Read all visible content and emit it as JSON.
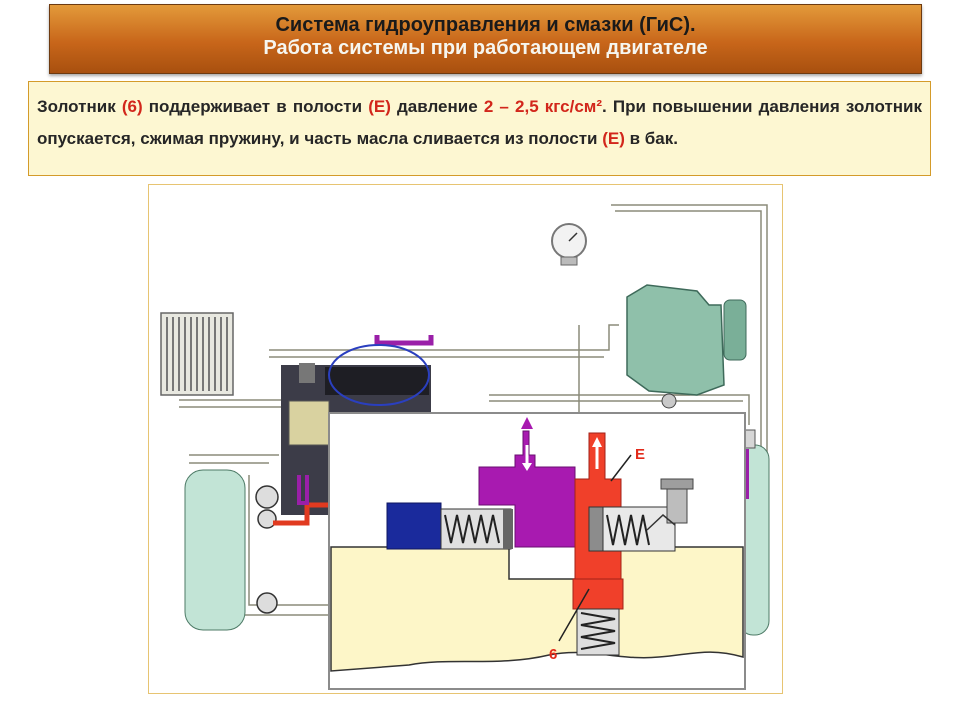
{
  "header": {
    "title": "Система гидроуправления и смазки (ГиС).",
    "subtitle": "Работа системы при работающем двигателе"
  },
  "info": {
    "t1": "Золотник ",
    "r1": "(6)",
    "t2": " поддерживает в полости ",
    "r2": "(Е)",
    "t3": " давление ",
    "r3": "2 – 2,5 кгс/см²",
    "t4": ". При повышении давления золотник опускается, сжимая пружину, и часть масла сливается из полости ",
    "r4": "(Е)",
    "t5": " в бак."
  },
  "diagram": {
    "label_E": "Е",
    "label_6": "6"
  },
  "colors": {
    "title_bg": "#c8661a",
    "info_bg": "#fdf7d2",
    "info_border": "#d49b2a",
    "highlight": "#d2261b",
    "purple_oil": "#a81ab0",
    "red_oil": "#f0402a",
    "blue_piston": "#1a2a9c",
    "housing": "#fdf6c8"
  }
}
